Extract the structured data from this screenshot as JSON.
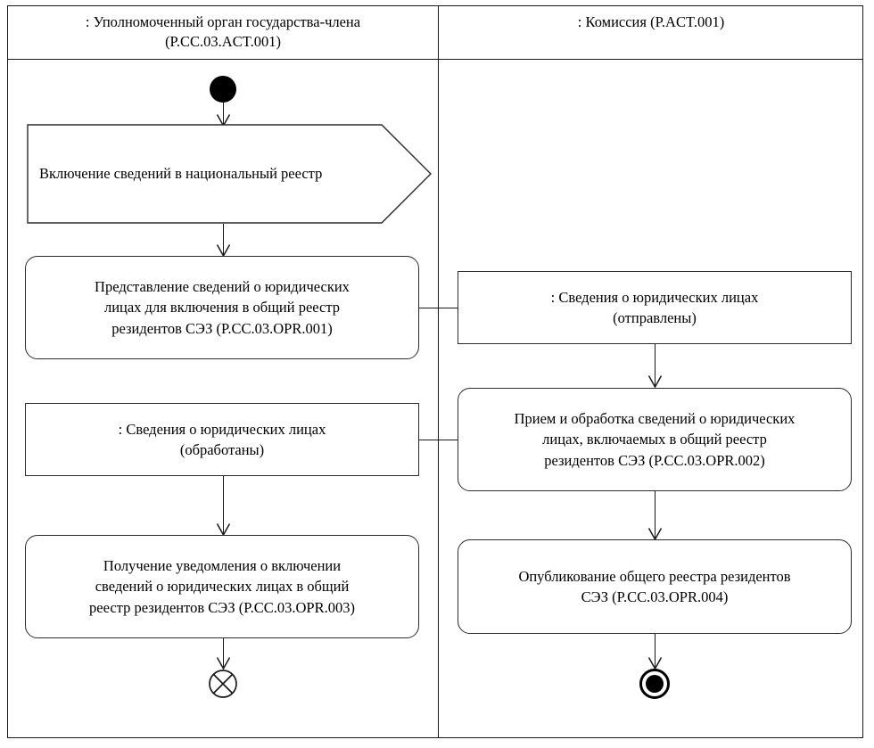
{
  "diagram": {
    "type": "uml-activity-diagram",
    "lanes": [
      {
        "id": "member-state-authority",
        "title": ": Уполномоченный орган государства-члена\n(P.CC.03.ACT.001)",
        "title_line1": ": Уполномоченный орган государства-члена",
        "title_line2": "(P.CC.03.ACT.001)"
      },
      {
        "id": "commission",
        "title": ": Комиссия (P.ACT.001)",
        "title_line1": ": Комиссия (P.ACT.001)",
        "title_line2": ""
      }
    ],
    "nodes": {
      "start": {
        "kind": "initial-node",
        "label": ""
      },
      "signal_receipt": {
        "kind": "signal-receipt",
        "label": "Включение сведений в национальный реестр"
      },
      "activity_opr001": {
        "kind": "activity",
        "line1": "Представление сведений о юридических",
        "line2": "лицах для включения в общий реестр",
        "line3": "резидентов СЭЗ (P.CC.03.OPR.001)"
      },
      "object_sent": {
        "kind": "object-node",
        "line1": ": Сведения о юридических лицах",
        "line2": "(отправлены)"
      },
      "activity_opr002": {
        "kind": "activity",
        "line1": "Прием и обработка сведений о юридических",
        "line2": "лицах, включаемых в общий реестр",
        "line3": "резидентов СЭЗ (P.CC.03.OPR.002)"
      },
      "object_processed": {
        "kind": "object-node",
        "line1": ": Сведения о юридических лицах",
        "line2": "(обработаны)"
      },
      "activity_opr003": {
        "kind": "activity",
        "line1": "Получение уведомления о включении",
        "line2": "сведений о юридических лицах в общий",
        "line3": "реестр резидентов СЭЗ (P.CC.03.OPR.003)"
      },
      "activity_opr004": {
        "kind": "activity",
        "line1": "Опубликование общего реестра резидентов",
        "line2": "СЭЗ (P.CC.03.OPR.004)"
      },
      "flow_final": {
        "kind": "flow-final-node",
        "label": ""
      },
      "activity_final": {
        "kind": "activity-final-node",
        "label": ""
      }
    },
    "colors": {
      "stroke": "#1a1a1a",
      "node_stroke": "#2b2b2b",
      "fill": "#ffffff",
      "solid": "#000000"
    }
  }
}
